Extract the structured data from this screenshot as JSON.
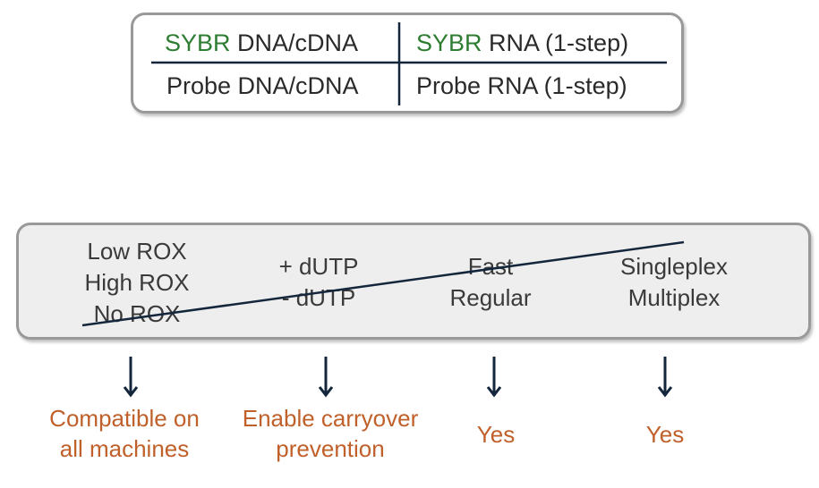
{
  "kit_table": {
    "top_left": {
      "prefix": "SYBR",
      "rest": " DNA/cDNA"
    },
    "top_right": {
      "prefix": "SYBR",
      "rest": " RNA (1-step)"
    },
    "bottom_left": "Probe DNA/cDNA",
    "bottom_right": "Probe RNA (1-step)"
  },
  "options": [
    {
      "lines": [
        "Low ROX",
        "High ROX",
        "No ROX"
      ]
    },
    {
      "lines": [
        "+ dUTP",
        "- dUTP"
      ]
    },
    {
      "lines": [
        "Fast",
        "Regular"
      ]
    },
    {
      "lines": [
        "Singleplex",
        "Multiplex"
      ]
    }
  ],
  "results": [
    {
      "lines": [
        "Compatible on",
        "all machines"
      ]
    },
    {
      "lines": [
        "Enable carryover",
        "prevention"
      ]
    },
    {
      "lines": [
        "Yes"
      ]
    },
    {
      "lines": [
        "Yes"
      ]
    }
  ],
  "colors": {
    "sybr_green": "#2f7d32",
    "result_orange": "#c0602a",
    "line_navy": "#13263b"
  }
}
